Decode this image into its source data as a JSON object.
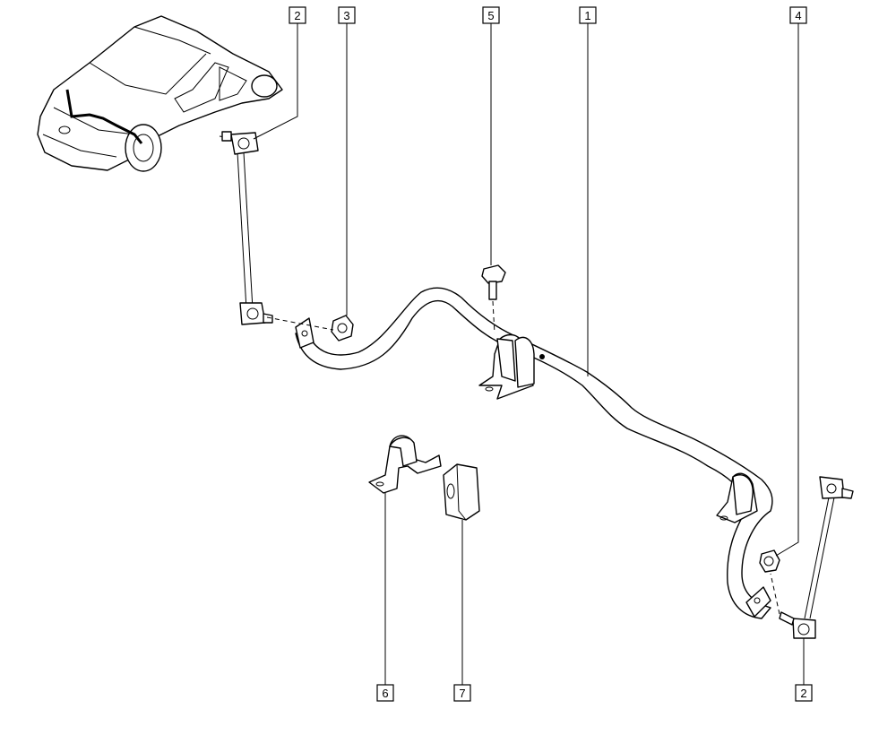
{
  "callouts": [
    {
      "id": "c2a",
      "label": "2"
    },
    {
      "id": "c3",
      "label": "3"
    },
    {
      "id": "c5",
      "label": "5"
    },
    {
      "id": "c1",
      "label": "1"
    },
    {
      "id": "c4",
      "label": "4"
    },
    {
      "id": "c6",
      "label": "6"
    },
    {
      "id": "c7",
      "label": "7"
    },
    {
      "id": "c2b",
      "label": "2"
    }
  ]
}
